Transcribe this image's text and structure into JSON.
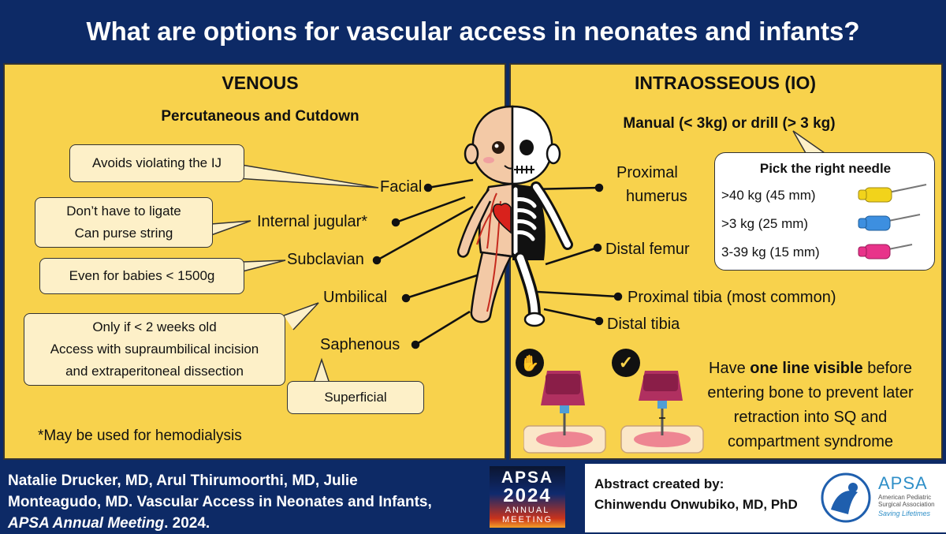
{
  "title": "What are options for vascular access in neonates and infants?",
  "venous": {
    "heading": "VENOUS",
    "subheading": "Percutaneous and Cutdown",
    "sites": [
      "Facial",
      "Internal jugular*",
      "Subclavian",
      "Umbilical",
      "Saphenous"
    ],
    "callouts": {
      "facial": "Avoids violating the IJ",
      "ij": [
        "Don’t have to ligate",
        "Can purse string"
      ],
      "subclavian": "Even for babies < 1500g",
      "umbilical": [
        "Only if < 2 weeks old",
        "Access with supraumbilical incision",
        "and extraperitoneal dissection"
      ],
      "saphenous": "Superficial"
    },
    "footnote": "*May be used for hemodialysis"
  },
  "io": {
    "heading": "INTRAOSSEOUS (IO)",
    "subheading": "Manual (< 3kg) or drill (> 3 kg)",
    "sites": [
      "Proximal",
      "humerus",
      "Distal femur",
      "Proximal tibia (most common)",
      "Distal tibia"
    ],
    "needle_box": {
      "title": "Pick the right needle",
      "rows": [
        {
          "label": ">40 kg (45 mm)",
          "color": "#f2d31b"
        },
        {
          "label": ">3 kg (25 mm)",
          "color": "#3d8fe0"
        },
        {
          "label": "3-39 kg (15 mm)",
          "color": "#e8338a"
        }
      ]
    },
    "tip_pre": "Have ",
    "tip_bold": "one line visible",
    "tip_post": " before entering bone to prevent later retraction into SQ and compartment syndrome",
    "icons": [
      "stop-hand-icon",
      "checkmark-icon"
    ]
  },
  "footer": {
    "cite_line1": "Natalie Drucker, MD, Arul Thirumoorthi, MD, Julie",
    "cite_line2": "Monteagudo, MD. Vascular Access in Neonates and Infants,",
    "cite_meeting": "APSA Annual Meeting",
    "cite_year": ". 2024.",
    "meeting_logo": {
      "line1": "APSA",
      "line2": "2024",
      "line3": "ANNUAL",
      "line4": "MEETING"
    },
    "abstract_label": "Abstract created by:",
    "abstract_author": "Chinwendu Onwubiko, MD, PhD",
    "org_logo": {
      "name": "APSA",
      "line1": "American Pediatric",
      "line2": "Surgical Association",
      "tagline": "Saving Lifetimes"
    }
  }
}
